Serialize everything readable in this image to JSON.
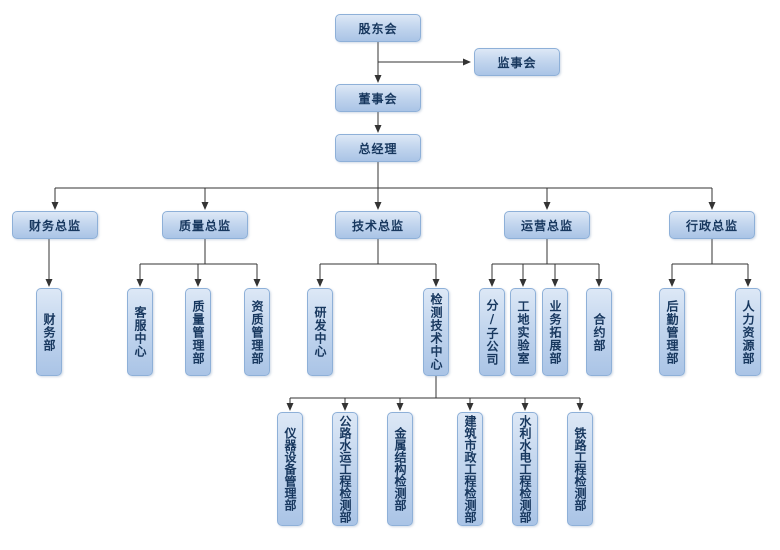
{
  "org_chart": {
    "shareholders": "股东会",
    "supervisory_board": "监事会",
    "board_of_directors": "董事会",
    "general_manager": "总经理",
    "directors": {
      "finance": "财务总监",
      "quality": "质量总监",
      "technology": "技术总监",
      "operations": "运营总监",
      "administration": "行政总监"
    },
    "departments": {
      "finance_dept": "财务部",
      "customer_service_center": "客服中心",
      "quality_management": "质量管理部",
      "qualification_management": "资质管理部",
      "rd_center": "研发中心",
      "testing_technology_center": "检测技术中心",
      "subsidiary_company": "分/子公司",
      "site_laboratory": "工地实验室",
      "business_development": "业务拓展部",
      "contract_dept": "合约部",
      "logistics_management": "后勤管理部",
      "human_resources": "人力资源部"
    },
    "testing_departments": {
      "instrument_equipment_management": "仪器设备管理部",
      "highway_waterway_engineering_testing": "公路水运工程检测部",
      "metal_structure_testing": "金属结构检测部",
      "construction_municipal_engineering_testing": "建筑市政工程检测部",
      "water_conservancy_hydropower_testing": "水利水电工程检测部",
      "railway_engineering_testing": "铁路工程检测部"
    },
    "colors": {
      "box_fill_top": "#dde8f6",
      "box_fill_bottom": "#aac4e6",
      "box_border": "#8eb0d8",
      "text": "#17375e",
      "connector": "#333333"
    }
  }
}
